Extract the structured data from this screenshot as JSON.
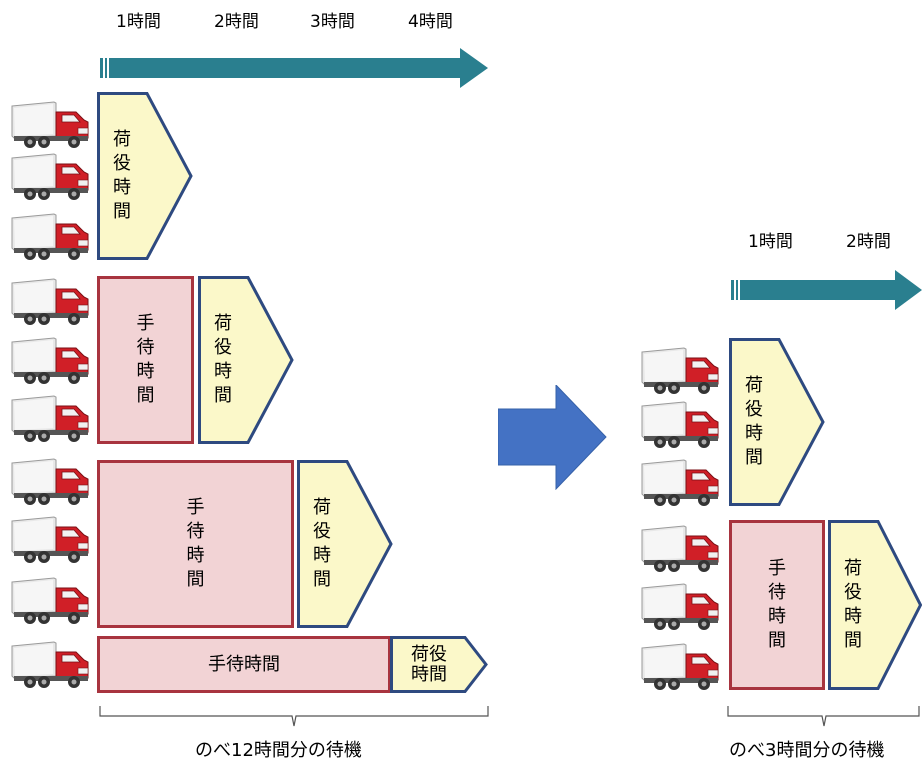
{
  "left": {
    "hours": [
      "1時間",
      "2時間",
      "3時間",
      "4時間"
    ],
    "cargo_label": "荷役時間",
    "wait_label": "手待時間",
    "cargo_label_small": "荷役\n時間",
    "total": "のべ12時間分の待機"
  },
  "right": {
    "hours": [
      "1時間",
      "2時間"
    ],
    "cargo_label": "荷役時間",
    "wait_label": "手待時間",
    "total": "のべ3時間分の待機"
  },
  "colors": {
    "timeline_arrow": "#2a7f8f",
    "transition_arrow": "#4472c4",
    "cargo_fill": "#fbf8c9",
    "cargo_border": "#2e4a80",
    "wait_fill": "#f2d3d5",
    "wait_border": "#a8343f",
    "truck_cab": "#d01f27"
  }
}
